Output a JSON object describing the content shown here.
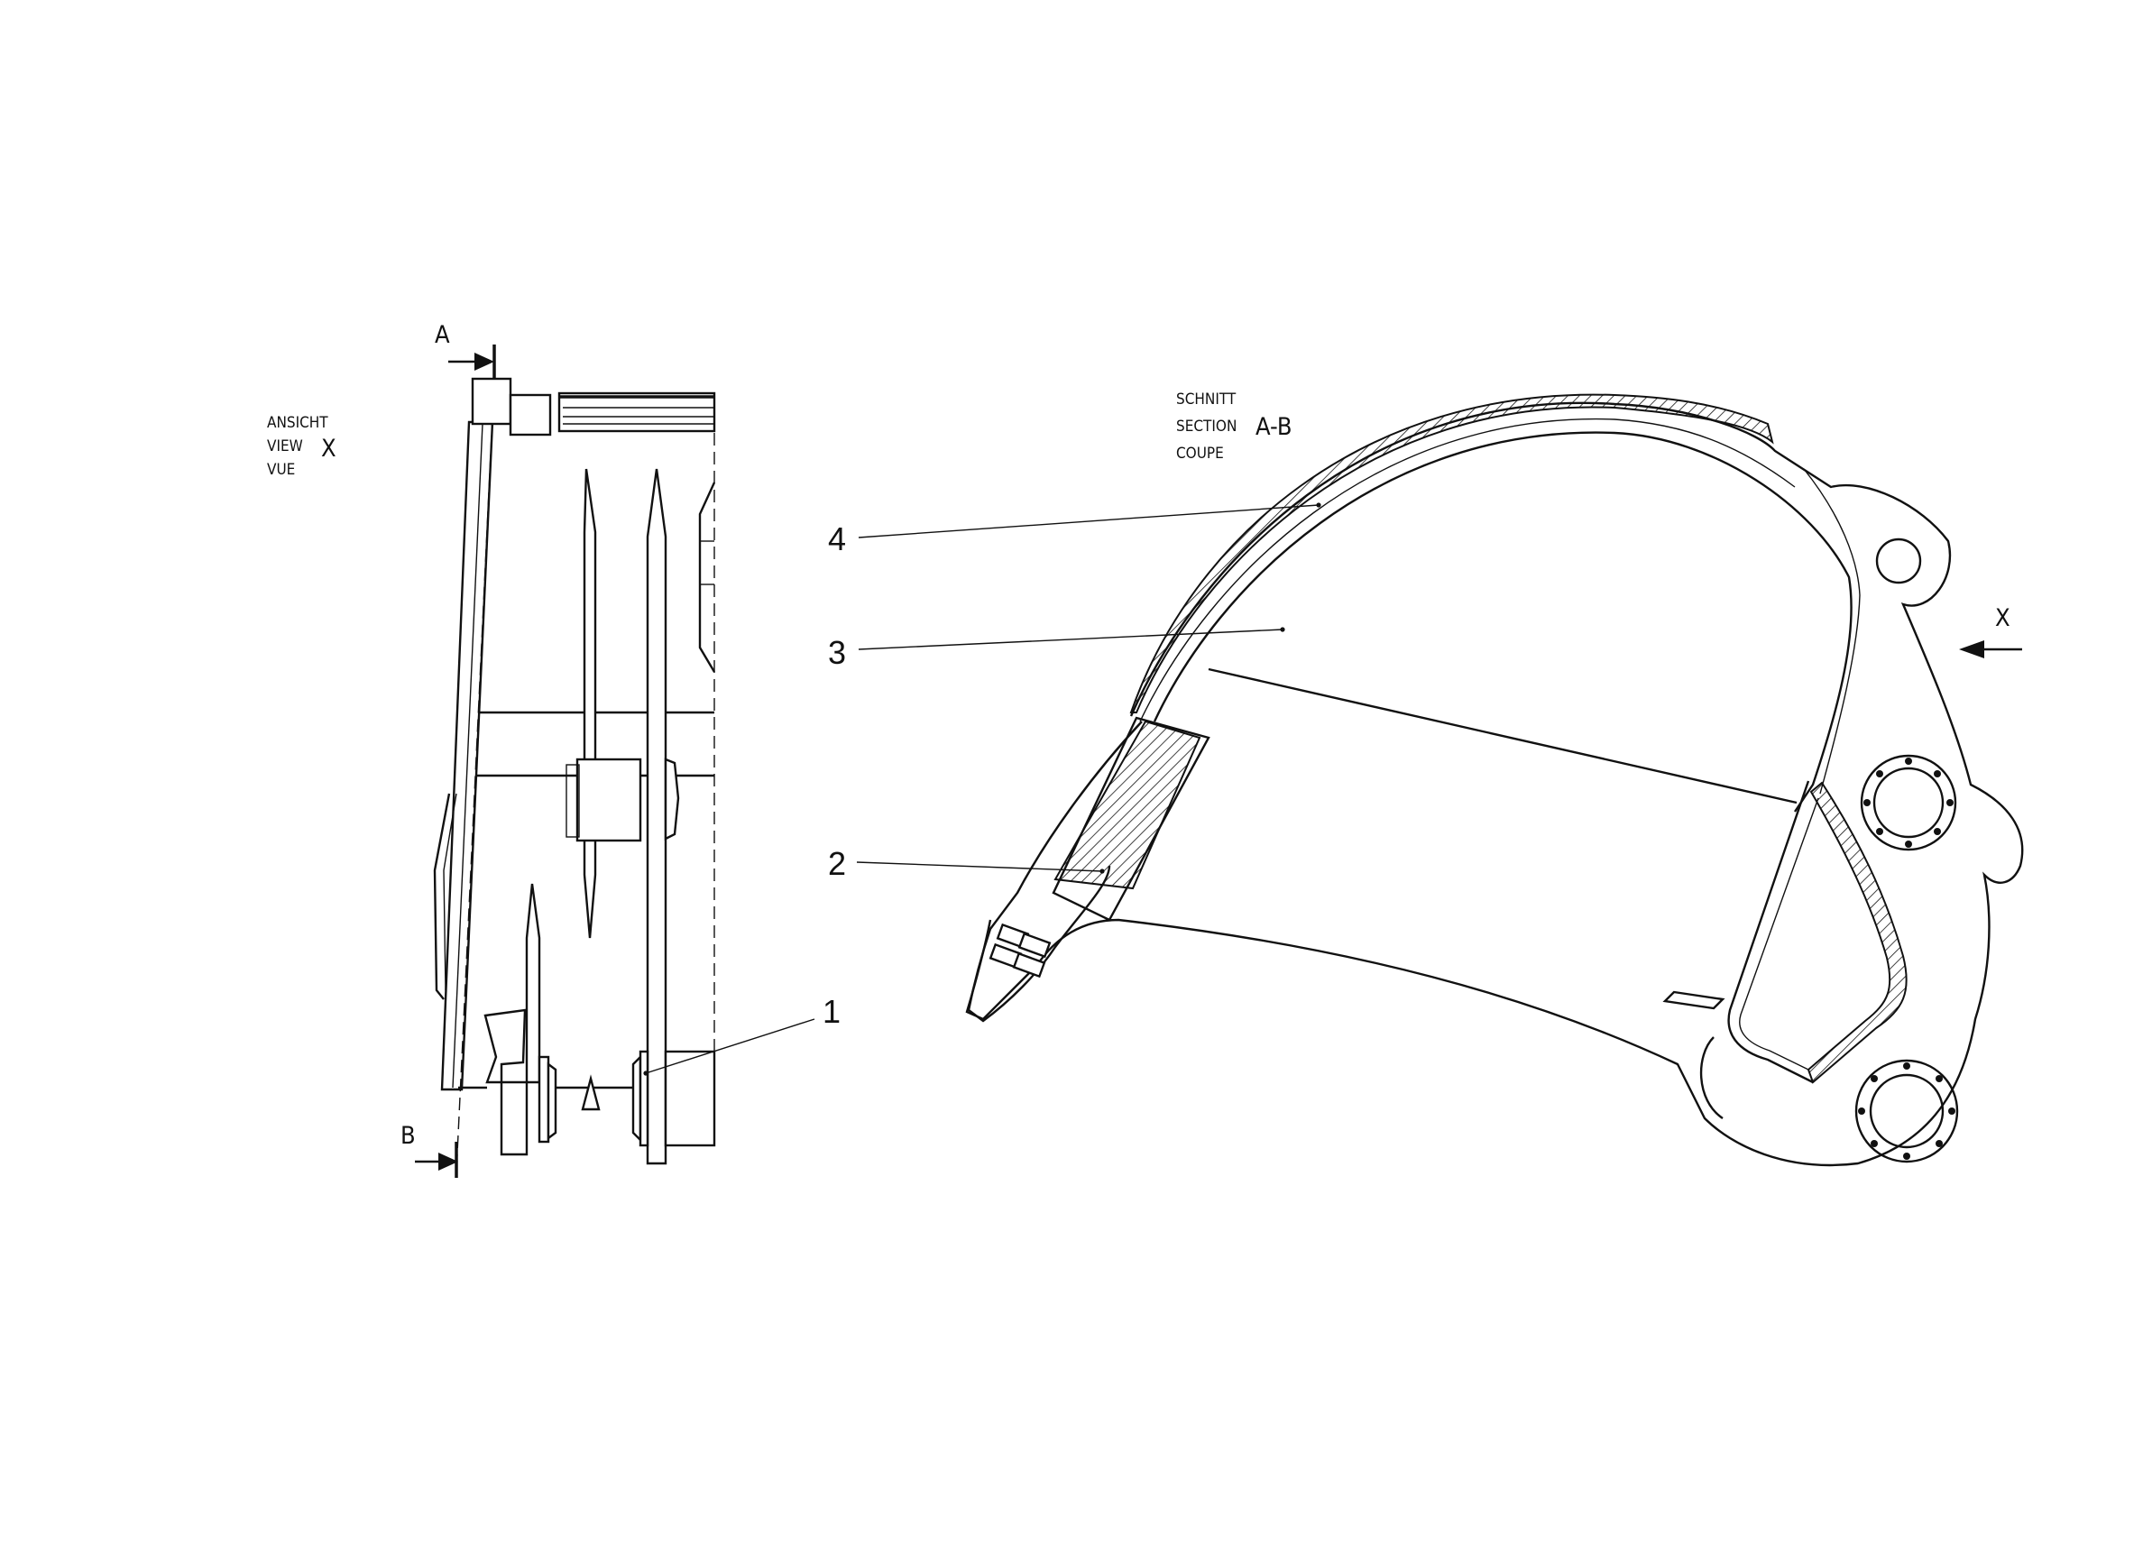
{
  "view_label": {
    "line1": "ANSICHT",
    "line2": "VIEW",
    "line3": "VUE",
    "letter": "X"
  },
  "section_label": {
    "line1": "SCHNITT",
    "line2": "SECTION",
    "line3": "COUPE",
    "letter": "A-B"
  },
  "markers": {
    "a": "A",
    "b": "B",
    "x": "X"
  },
  "callouts": [
    "1",
    "2",
    "3",
    "4"
  ]
}
